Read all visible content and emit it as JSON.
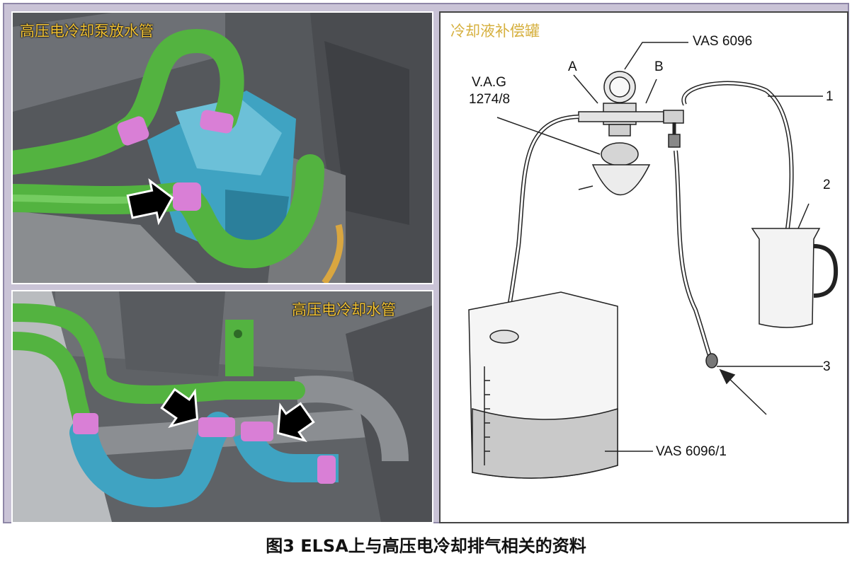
{
  "panels": {
    "top_left": {
      "label": "高压电冷却泵放水管"
    },
    "bottom_left": {
      "label": "高压电冷却水管"
    },
    "right": {
      "title": "冷却液补偿罐",
      "parts": {
        "gauge": "VAS 6096",
        "a": "A",
        "b": "B",
        "vag_line1": "V.A.G",
        "vag_line2": "1274/8",
        "hose": "1",
        "jug": "2",
        "coupling": "3",
        "canister": "VAS 6096/1"
      }
    }
  },
  "caption": "图3 ELSA上与高压电冷却排气相关的资料",
  "colors": {
    "hose_green": "#53b340",
    "pump_blue": "#3fa3c2",
    "clamp_pink": "#d97fd6",
    "label_yellow": "#f2c233"
  }
}
